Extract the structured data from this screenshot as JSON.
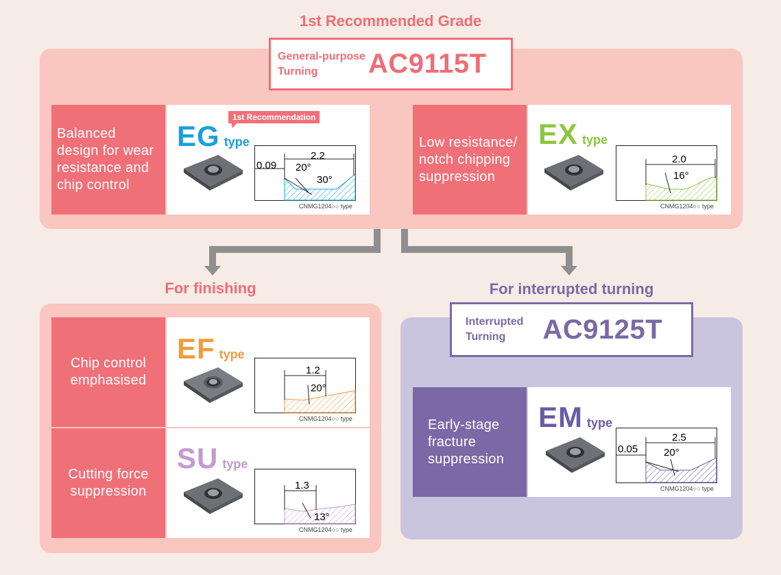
{
  "top": {
    "heading": "1st Recommended Grade",
    "grade": {
      "line1": "General-purpose",
      "line2": "Turning",
      "name": "AC9115T"
    },
    "cards": [
      {
        "desc": [
          "Balanced",
          "design for wear",
          "resistance and",
          "chip control"
        ],
        "type": "EG",
        "sub": "type",
        "badge": "1st Recommendation",
        "dims": {
          "width": "2.2",
          "land": "0.09",
          "angle1": "20°",
          "angle2": "30°"
        },
        "code": "CNMG1204○○ type"
      },
      {
        "desc": [
          "Low resistance/",
          "notch chipping",
          "suppression"
        ],
        "type": "EX",
        "sub": "type",
        "dims": {
          "width": "2.0",
          "angle1": "16°"
        },
        "code": "CNMG1204○○ type"
      }
    ]
  },
  "left": {
    "heading": "For finishing",
    "cards": [
      {
        "desc": [
          "Chip control",
          "emphasised"
        ],
        "type": "EF",
        "sub": "type",
        "dims": {
          "width": "1.2",
          "angle1": "20°"
        },
        "code": "CNMG1204○○ type"
      },
      {
        "desc": [
          "Cutting force",
          "suppression"
        ],
        "type": "SU",
        "sub": "type",
        "dims": {
          "width": "1.3",
          "angle1": "13°"
        },
        "code": "CNMG1204○○ type"
      }
    ]
  },
  "right": {
    "heading": "For interrupted turning",
    "grade": {
      "line1": "Interrupted",
      "line2": "Turning",
      "name": "AC9125T"
    },
    "cards": [
      {
        "desc": [
          "Early-stage",
          "fracture",
          "suppression"
        ],
        "type": "EM",
        "sub": "type",
        "dims": {
          "width": "2.5",
          "land": "0.05",
          "angle1": "20°"
        },
        "code": "CNMG1204○○ type"
      }
    ]
  },
  "colors": {
    "pink_heading": "#ee6e76",
    "purple_heading": "#7b68a6",
    "eg": "#1aa0dc",
    "ex": "#8cc63f",
    "ef": "#f39a3c",
    "su": "#c39ad0",
    "em": "#6a5aa8"
  }
}
